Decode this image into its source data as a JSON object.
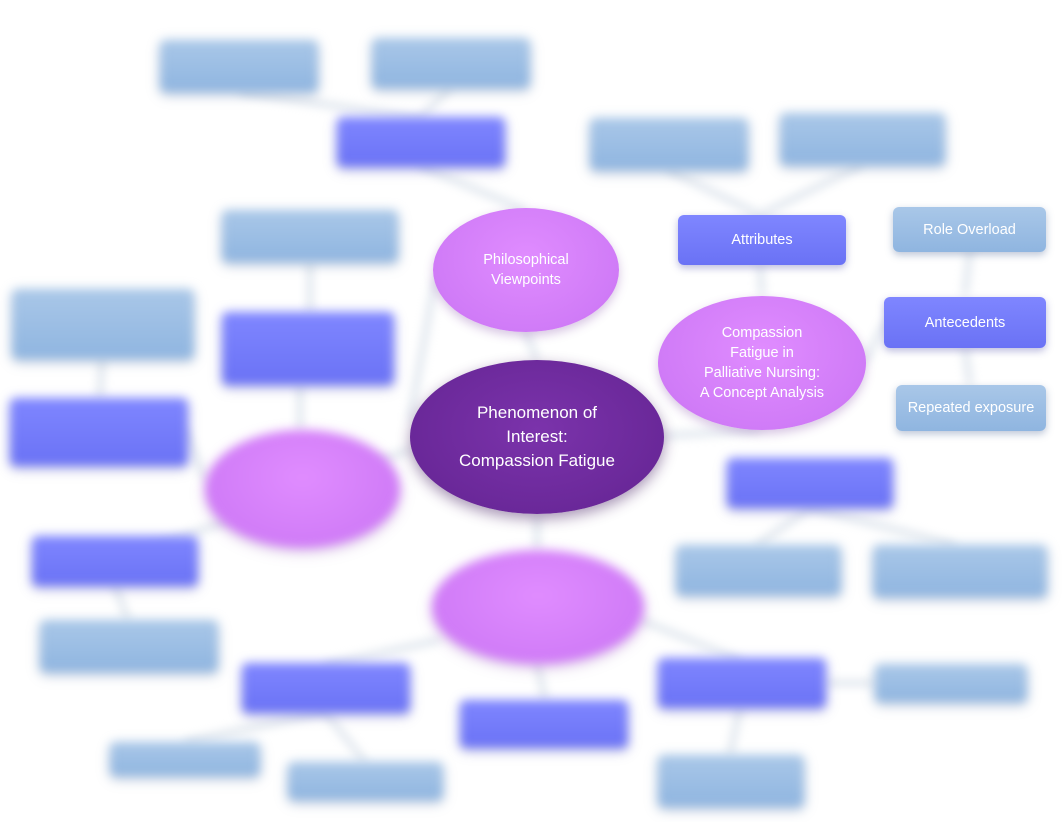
{
  "diagram": {
    "center": {
      "label_lines": [
        "Phenomenon of",
        "Interest:",
        "Compassion Fatigue"
      ]
    },
    "philosophical": {
      "label_lines": [
        "Philosophical",
        "Viewpoints"
      ]
    },
    "concept_analysis": {
      "label_lines": [
        "Compassion",
        "Fatigue in",
        "Palliative Nursing:",
        "A Concept Analysis"
      ]
    },
    "attributes": {
      "label": "Attributes"
    },
    "role_overload": {
      "label": "Role Overload"
    },
    "antecedents": {
      "label": "Antecedents"
    },
    "repeated_exposure": {
      "label": "Repeated exposure"
    }
  },
  "colors": {
    "center_fill": "#6a2899",
    "ellipse_fill": "#d07bf7",
    "box_dark": "#6f77f8",
    "box_light": "#9dbfe6"
  }
}
